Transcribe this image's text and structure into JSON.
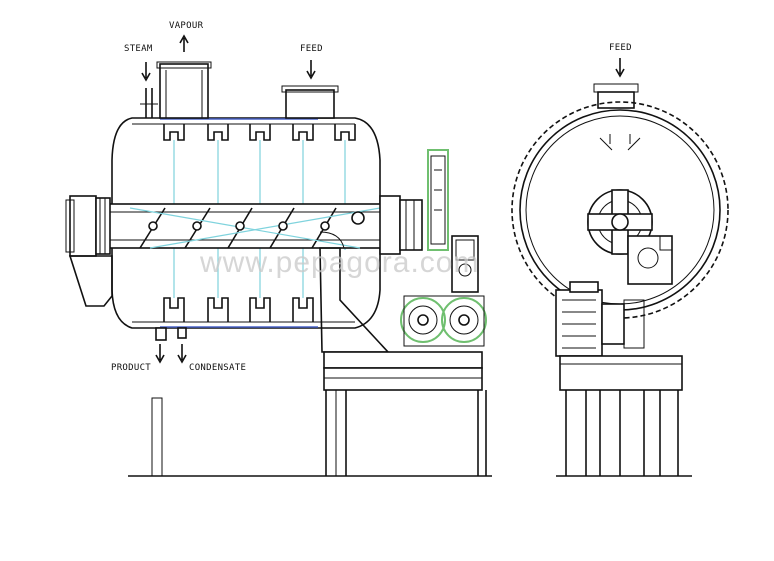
{
  "labels": {
    "vapour": "VAPOUR",
    "steam": "STEAM",
    "feed_left": "FEED",
    "feed_right": "FEED",
    "product": "PRODUCT",
    "condensate": "CONDENSATE"
  },
  "watermark": "www.pepagora.com",
  "colors": {
    "outline": "#111111",
    "motor_green": "#6fbf6f",
    "cyan_lines": "#7fd3dd",
    "blue_rail": "#4a64c8"
  }
}
